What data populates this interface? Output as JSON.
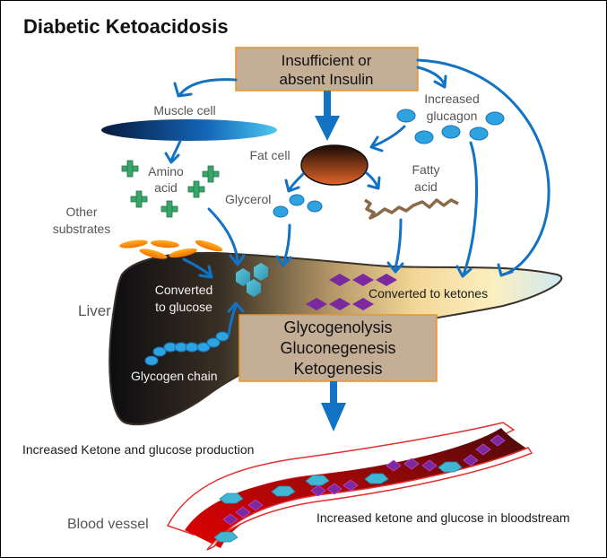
{
  "title": "Diabetic Ketoacidosis",
  "nodes": {
    "insulin_box": [
      "Insufficient or",
      "absent Insulin"
    ],
    "process_box": [
      "Glycogenolysis",
      "Gluconegenesis",
      "Ketogenesis"
    ],
    "muscle_cell": "Muscle cell",
    "fat_cell": "Fat cell",
    "increased_glucagon": [
      "Increased",
      "glucagon"
    ],
    "amino_acid": [
      "Amino",
      "acid"
    ],
    "glycerol": "Glycerol",
    "fatty_acid": [
      "Fatty",
      "acid"
    ],
    "other_substrates": [
      "Other",
      "substrates"
    ],
    "liver": "Liver",
    "converted_to_glucose": [
      "Converted",
      "to glucose"
    ],
    "converted_to_ketones": "Converted to ketones",
    "glycogen_chain": "Glycogen chain",
    "increased_production": "Increased Ketone and glucose production",
    "blood_vessel": "Blood vessel",
    "bloodstream": "Increased ketone and glucose in bloodstream"
  },
  "colors": {
    "arrow": "#1273c4",
    "box_fill": "#c4ae96",
    "box_border": "#e8962a",
    "ketone": "#7a2a9e",
    "glucose": "#3fb6d4",
    "amino": "#3aa56a",
    "blood": "#c40000"
  }
}
